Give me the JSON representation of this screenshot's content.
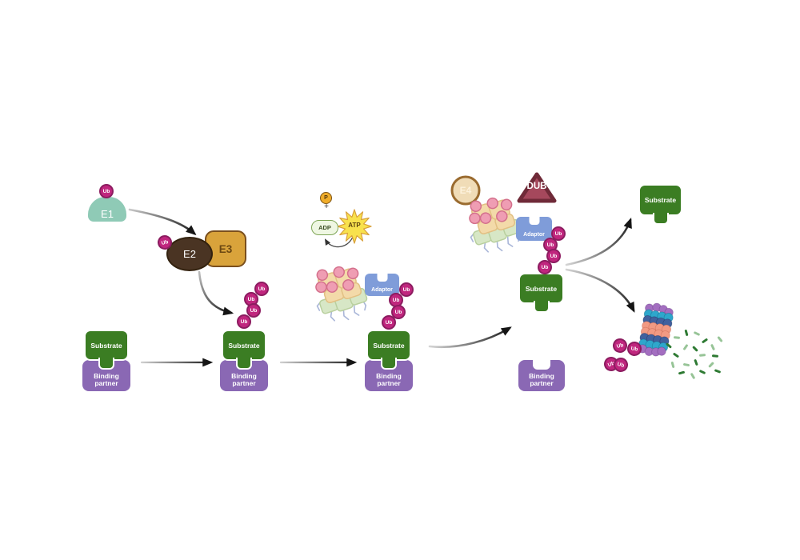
{
  "enzymes": {
    "e1": "E1",
    "e2": "E2",
    "e3": "E3",
    "e4": "E4",
    "dub": "DUB"
  },
  "molecules": {
    "ubiquitin": "Ub",
    "substrate": "Substrate",
    "binding_partner": "Binding partner",
    "adaptor": "Adaptor",
    "atp": "ATP",
    "adp": "ADP",
    "phosphate": "P",
    "plus_sign": "+"
  },
  "colors": {
    "ubiquitin": "#c0267e",
    "e1": "#8fcab6",
    "e2": "#4a3423",
    "e3": "#d9a33b",
    "e4_fill": "#f0dcb7",
    "e4_border": "#9a6b2f",
    "dub_fill": "#a5485c",
    "dub_border": "#6f2a38",
    "substrate": "#3b7d23",
    "binding_partner": "#8a68b4",
    "adaptor": "#7f9cd9",
    "atp_star": "#f8e14d",
    "adp_fill": "#eff7e3",
    "phosphate": "#f0ad2a",
    "proteasome_purple": "#a36ec0",
    "proteasome_teal": "#2ea7cc",
    "proteasome_blue": "#41619e",
    "proteasome_salmon": "#f29a83",
    "fragment_dark": "#2e7a33",
    "fragment_light": "#97c497"
  }
}
